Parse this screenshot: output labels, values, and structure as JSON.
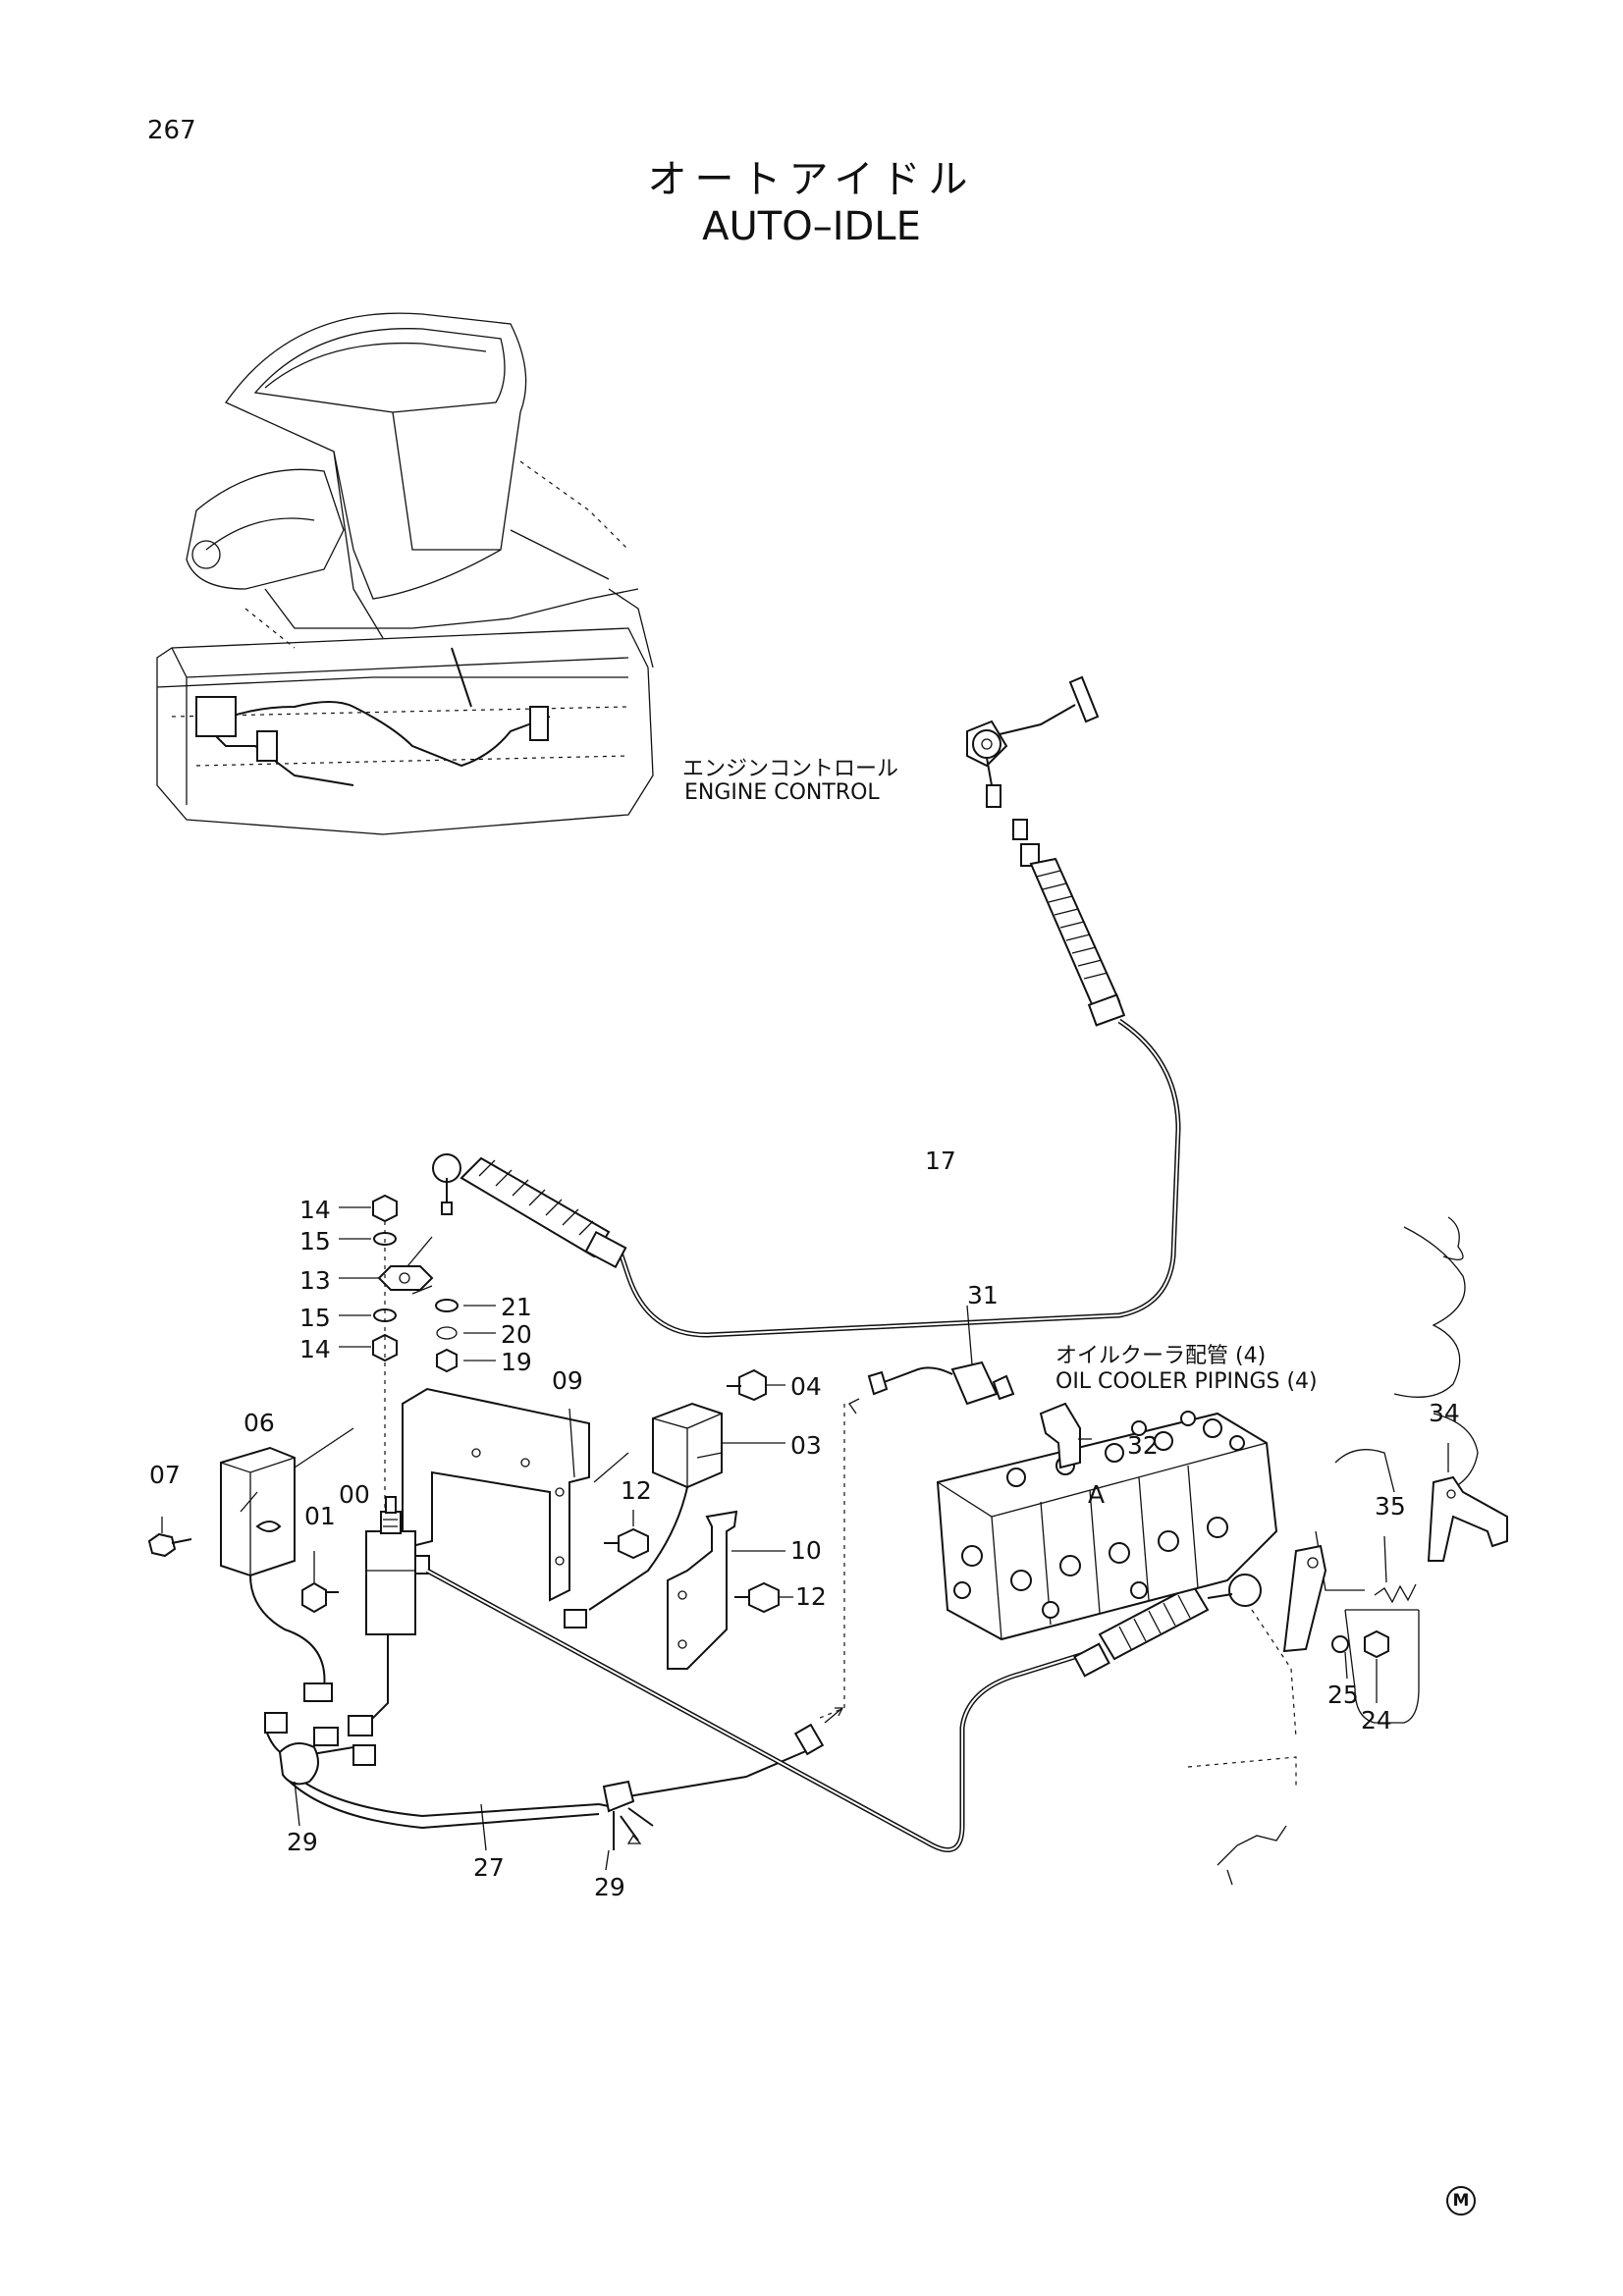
{
  "page_number": "267",
  "title_jp": "オートアイドル",
  "title_en": "AUTO–IDLE",
  "notes": {
    "engine_control_jp": "エンジンコントロール",
    "engine_control_en": "ENGINE CONTROL",
    "oil_cooler_jp": "オイルクーラ配管 (4)",
    "oil_cooler_en": "OIL COOLER PIPINGS (4)",
    "view_a": "A"
  },
  "callouts": {
    "c00": "00",
    "c01": "01",
    "c03": "03",
    "c04": "04",
    "c06": "06",
    "c07": "07",
    "c09": "09",
    "c10": "10",
    "c12a": "12",
    "c12b": "12",
    "c13": "13",
    "c14a": "14",
    "c14b": "14",
    "c15a": "15",
    "c15b": "15",
    "c17": "17",
    "c19": "19",
    "c20": "20",
    "c21": "21",
    "c24": "24",
    "c25": "25",
    "c27": "27",
    "c29a": "29",
    "c29b": "29",
    "c31": "31",
    "c32": "32",
    "c34": "34",
    "c35": "35"
  },
  "corner_mark": "M"
}
